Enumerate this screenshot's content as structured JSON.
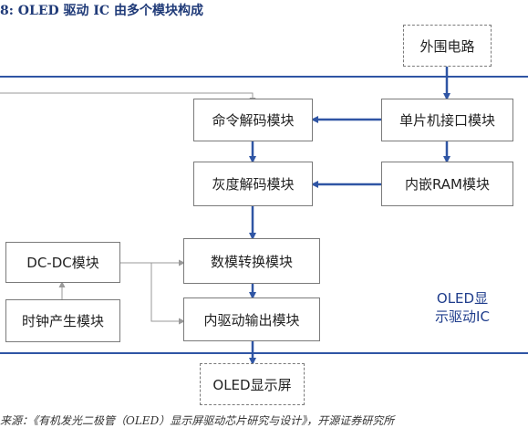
{
  "title": "8:  OLED 驱动 IC 由多个模块构成",
  "blocks": {
    "external_circuit": "外围电路",
    "mcu_interface": "单片机接口模块",
    "command_decode": "命令解码模块",
    "internal_ram": "内嵌RAM模块",
    "grayscale_decode": "灰度解码模块",
    "dc_dc": "DC-DC模块",
    "dac": "数模转换模块",
    "clock": "时钟产生模块",
    "internal_driver_output": "内驱动输出模块",
    "oled_display": "OLED显示屏"
  },
  "ic_label": {
    "line1": "OLED显",
    "line2": "示驱动IC"
  },
  "source": "来源：《有机发光二极管（OLED）显示屏驱动芯片研究与设计》，开源证券研究所",
  "colors": {
    "arrow": "#2f55a4",
    "outline": "#2f55a4",
    "thin": "#9a9a9a"
  }
}
